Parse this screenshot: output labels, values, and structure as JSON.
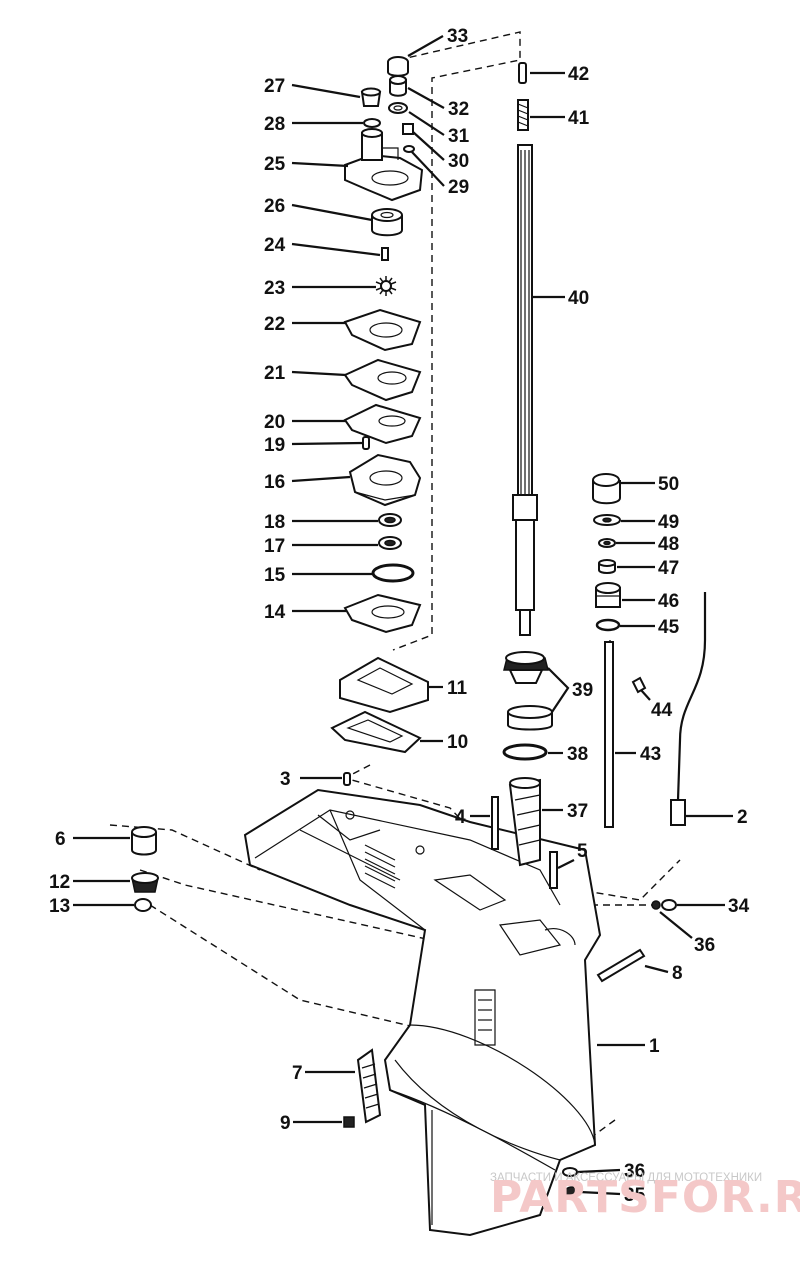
{
  "watermark": {
    "tagline": "ЗАПЧАСТИ И АКСЕССУАРЫ ДЛЯ МОТОТЕХНИКИ",
    "brand": "PARTSFOR.RU"
  },
  "callouts": [
    {
      "id": "c33",
      "text": "33",
      "icon": "bearing-cap"
    },
    {
      "id": "c42",
      "text": "42",
      "icon": "pin"
    },
    {
      "id": "c27",
      "text": "27",
      "icon": "bushing"
    },
    {
      "id": "c32",
      "text": "32",
      "icon": "bushing"
    },
    {
      "id": "c41",
      "text": "41",
      "icon": "spring"
    },
    {
      "id": "c28",
      "text": "28",
      "icon": "seal"
    },
    {
      "id": "c31",
      "text": "31",
      "icon": "washer"
    },
    {
      "id": "c30",
      "text": "30",
      "icon": "nut"
    },
    {
      "id": "c25",
      "text": "25",
      "icon": "pump-housing"
    },
    {
      "id": "c29",
      "text": "29",
      "icon": "washer"
    },
    {
      "id": "c26",
      "text": "26",
      "icon": "insert"
    },
    {
      "id": "c24",
      "text": "24",
      "icon": "key"
    },
    {
      "id": "c23",
      "text": "23",
      "icon": "impeller"
    },
    {
      "id": "c40",
      "text": "40",
      "icon": "drive-shaft"
    },
    {
      "id": "c22",
      "text": "22",
      "icon": "gasket"
    },
    {
      "id": "c21",
      "text": "21",
      "icon": "face-plate"
    },
    {
      "id": "c20",
      "text": "20",
      "icon": "gasket"
    },
    {
      "id": "c19",
      "text": "19",
      "icon": "dowel-pin"
    },
    {
      "id": "c16",
      "text": "16",
      "icon": "pump-base"
    },
    {
      "id": "c50",
      "text": "50",
      "icon": "shift-coupler"
    },
    {
      "id": "c18",
      "text": "18",
      "icon": "seal"
    },
    {
      "id": "c49",
      "text": "49",
      "icon": "washer"
    },
    {
      "id": "c48",
      "text": "48",
      "icon": "o-ring"
    },
    {
      "id": "c17",
      "text": "17",
      "icon": "seal"
    },
    {
      "id": "c47",
      "text": "47",
      "icon": "seal"
    },
    {
      "id": "c15",
      "text": "15",
      "icon": "o-ring"
    },
    {
      "id": "c46",
      "text": "46",
      "icon": "bushing"
    },
    {
      "id": "c14",
      "text": "14",
      "icon": "gasket"
    },
    {
      "id": "c45",
      "text": "45",
      "icon": "o-ring"
    },
    {
      "id": "c11",
      "text": "11",
      "icon": "plate"
    },
    {
      "id": "c39",
      "text": "39",
      "icon": "bevel-gear"
    },
    {
      "id": "c44",
      "text": "44",
      "icon": "retainer"
    },
    {
      "id": "c10",
      "text": "10",
      "icon": "gasket"
    },
    {
      "id": "c38",
      "text": "38",
      "icon": "shim"
    },
    {
      "id": "c43",
      "text": "43",
      "icon": "shift-shaft"
    },
    {
      "id": "c3",
      "text": "3",
      "icon": "dowel-pin"
    },
    {
      "id": "c4",
      "text": "4",
      "icon": "stud"
    },
    {
      "id": "c37",
      "text": "37",
      "icon": "water-tube-seal"
    },
    {
      "id": "c2",
      "text": "2",
      "icon": "speedometer-tube"
    },
    {
      "id": "c6",
      "text": "6",
      "icon": "bushing"
    },
    {
      "id": "c5",
      "text": "5",
      "icon": "stud"
    },
    {
      "id": "c12",
      "text": "12",
      "icon": "pinion-gear"
    },
    {
      "id": "c34",
      "text": "34",
      "icon": "screw"
    },
    {
      "id": "c13",
      "text": "13",
      "icon": "nut"
    },
    {
      "id": "c36a",
      "text": "36",
      "icon": "washer"
    },
    {
      "id": "c8",
      "text": "8",
      "icon": "bolt"
    },
    {
      "id": "c1",
      "text": "1",
      "icon": "gear-housing"
    },
    {
      "id": "c7",
      "text": "7",
      "icon": "water-inlet-screen"
    },
    {
      "id": "c9",
      "text": "9",
      "icon": "nut"
    },
    {
      "id": "c36b",
      "text": "36",
      "icon": "washer"
    },
    {
      "id": "c35",
      "text": "35",
      "icon": "screw"
    }
  ]
}
